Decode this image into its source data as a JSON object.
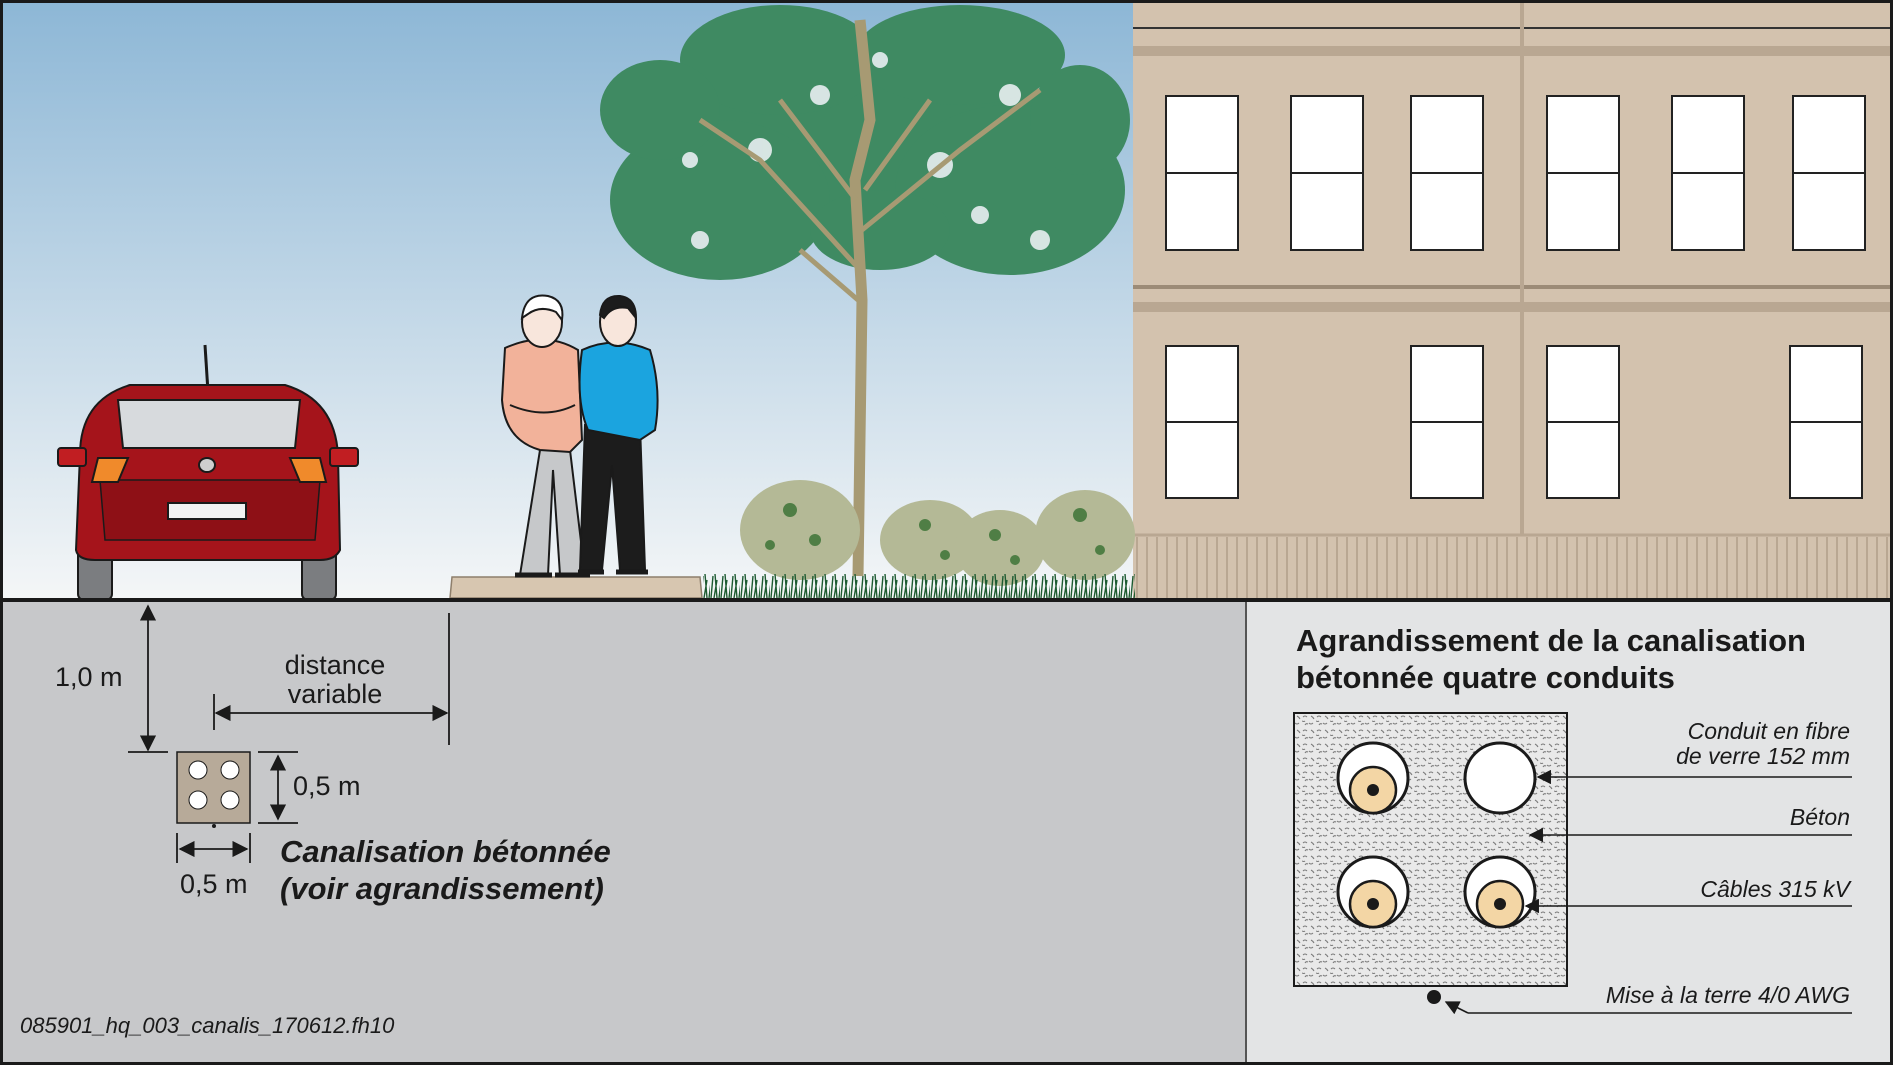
{
  "colors": {
    "sky_top": "#8db7d6",
    "sky_bottom": "#f4f6f7",
    "ground": "#c7c8ca",
    "inset_bg": "#e3e4e5",
    "building": "#d3c2ae",
    "building_line": "#b9a792",
    "car_red": "#a5141b",
    "tree_green": "#3f8a62",
    "shirt_pink": "#f2b29a",
    "shirt_blue": "#1ba4df",
    "concrete": "#b7aa99"
  },
  "dimensions": {
    "depth": "1,0 m",
    "distance_line1": "distance",
    "distance_line2": "variable",
    "height": "0,5 m",
    "width": "0,5 m"
  },
  "caption": {
    "line1": "Canalisation bétonnée",
    "line2": "(voir agrandissement)"
  },
  "inset": {
    "title_line1": "Agrandissement de la canalisation",
    "title_line2": "bétonnée quatre conduits",
    "labels": {
      "conduit_line1": "Conduit en fibre",
      "conduit_line2": "de verre 152 mm",
      "concrete": "Béton",
      "cables": "Câbles 315 kV",
      "ground": "Mise à la terre 4/0 AWG"
    }
  },
  "file_reference": "085901_hq_003_canalis_170612.fh10"
}
